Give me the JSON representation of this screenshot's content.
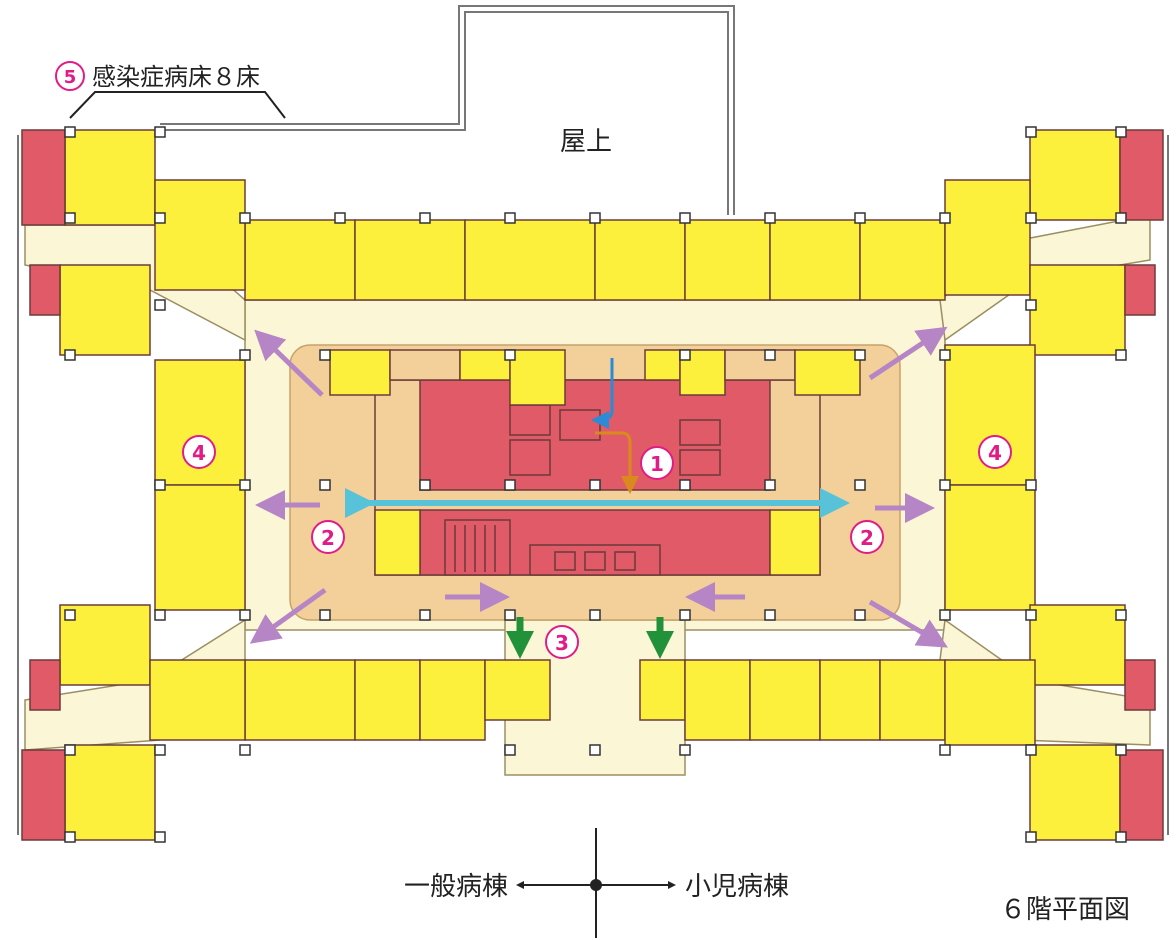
{
  "title_legend": {
    "badge": "5",
    "text": "感染症病床８床"
  },
  "rooftop_label": "屋上",
  "zone_labels": {
    "z1": "1",
    "z2_left": "2",
    "z2_right": "2",
    "z3": "3",
    "z4_left": "4",
    "z4_right": "4"
  },
  "direction": {
    "left": "一般病棟",
    "right": "小児病棟"
  },
  "floor_title": "６階平面図",
  "colors": {
    "patient_room": "#fdf03c",
    "staff_area": "#f3cf9a",
    "core_red": "#e15a68",
    "corridor": "#fbf6d6",
    "arrow_purple": "#b585c6",
    "arrow_cyan": "#57c2d8",
    "arrow_green": "#21913a",
    "arrow_orange": "#d98a1c",
    "arrow_blue": "#2b8bd6",
    "badge_pink": "#e01c86"
  }
}
